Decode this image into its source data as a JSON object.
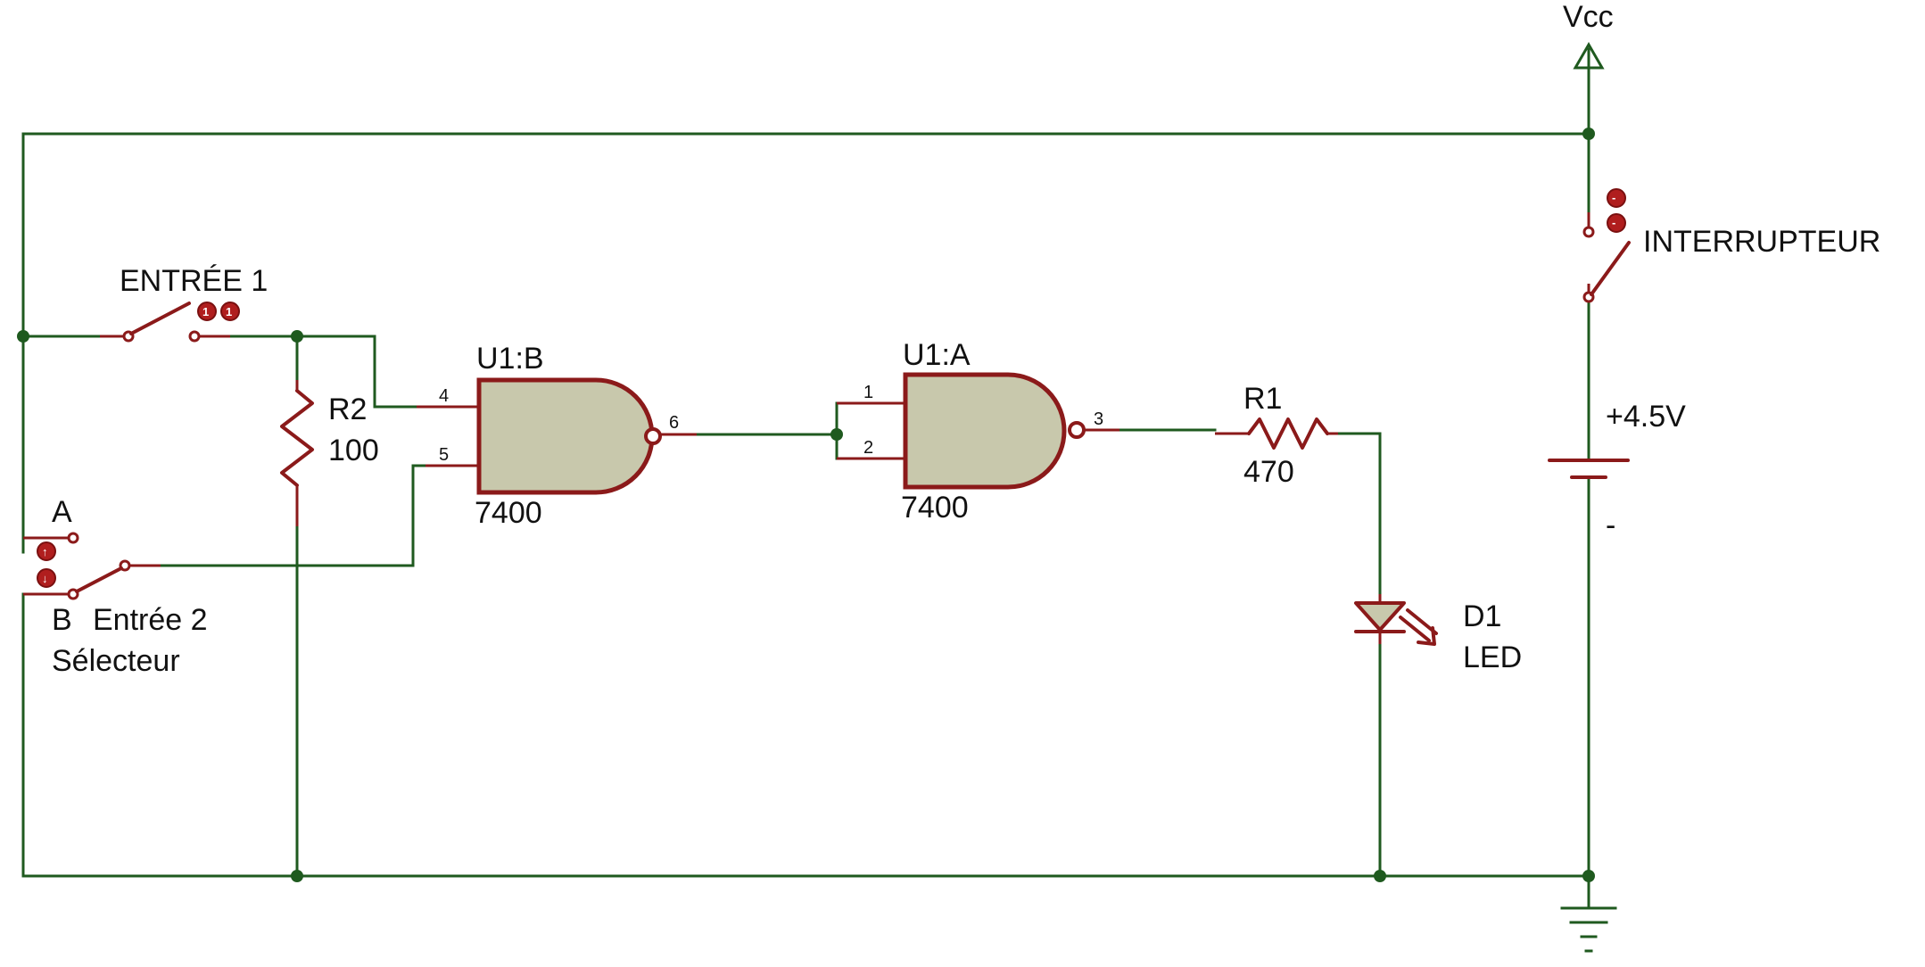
{
  "supply": {
    "vcc_label": "Vcc",
    "battery_label": "+4.5V",
    "battery_minus": "-"
  },
  "switches": {
    "power_switch_label": "INTERRUPTEUR",
    "input1_label": "ENTRÉE 1",
    "selector_a_label": "A",
    "selector_b_label": "B",
    "selector_input_label": "Entrée 2",
    "selector_name_label": "Sélecteur"
  },
  "resistors": {
    "r2_name": "R2",
    "r2_value": "100",
    "r1_name": "R1",
    "r1_value": "470"
  },
  "gates": {
    "u1b_name": "U1:B",
    "u1b_part": "7400",
    "u1b_pin_in_a": "4",
    "u1b_pin_in_b": "5",
    "u1b_pin_out": "6",
    "u1a_name": "U1:A",
    "u1a_part": "7400",
    "u1a_pin_in_a": "1",
    "u1a_pin_in_b": "2",
    "u1a_pin_out": "3"
  },
  "led": {
    "name": "D1",
    "type": "LED"
  },
  "colors": {
    "wire": "#1f5a1f",
    "component": "#8b1a1a",
    "gate_fill": "#c8c8ac"
  }
}
